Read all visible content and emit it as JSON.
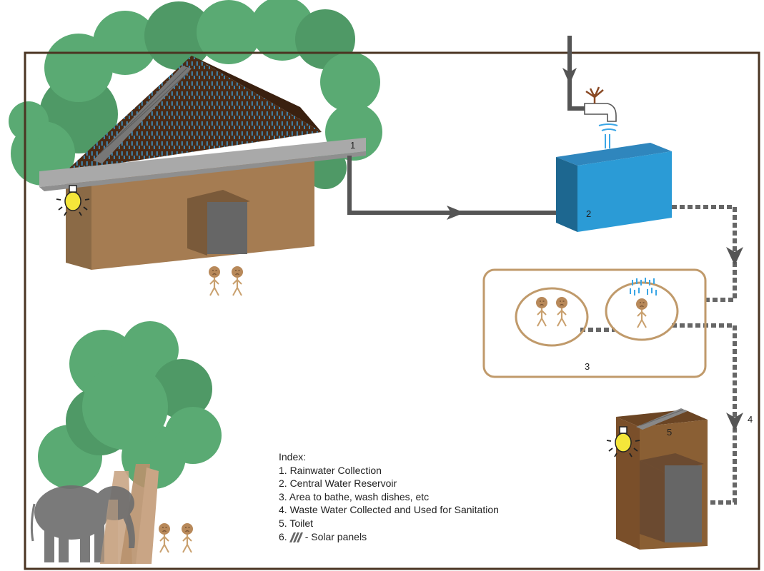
{
  "labels": {
    "n1": "1",
    "n2": "2",
    "n3": "3",
    "n4": "4",
    "n5": "5"
  },
  "index": {
    "heading": "Index:",
    "item1": "1. Rainwater Collection",
    "item2": "2. Central Water Reservoir",
    "item3": "3. Area to bathe, wash dishes, etc",
    "item4": "4. Waste Water Collected and Used for Sanitation",
    "item5": "5. Toilet",
    "item6_prefix": "6.",
    "item6_suffix": "- Solar panels"
  },
  "colors": {
    "frame": "#4a3422",
    "tree": "#5aaa73",
    "house_wall": "#a57c52",
    "roof": "#4a2a15",
    "gutter": "#a9a9a9",
    "pipe": "#555555",
    "tank": "#2b8fc9",
    "rain": "#3aa6e6",
    "bulb": "#f5e63a",
    "area3_border": "#c09a6b",
    "toilet": "#8a5f34"
  },
  "icons": [
    "tree-icon",
    "house-icon",
    "lightbulb-icon",
    "faucet-icon",
    "water-tank-icon",
    "person-icon",
    "shower-icon",
    "toilet-icon",
    "solar-panel-icon",
    "elephant-icon",
    "arrow-icon"
  ]
}
